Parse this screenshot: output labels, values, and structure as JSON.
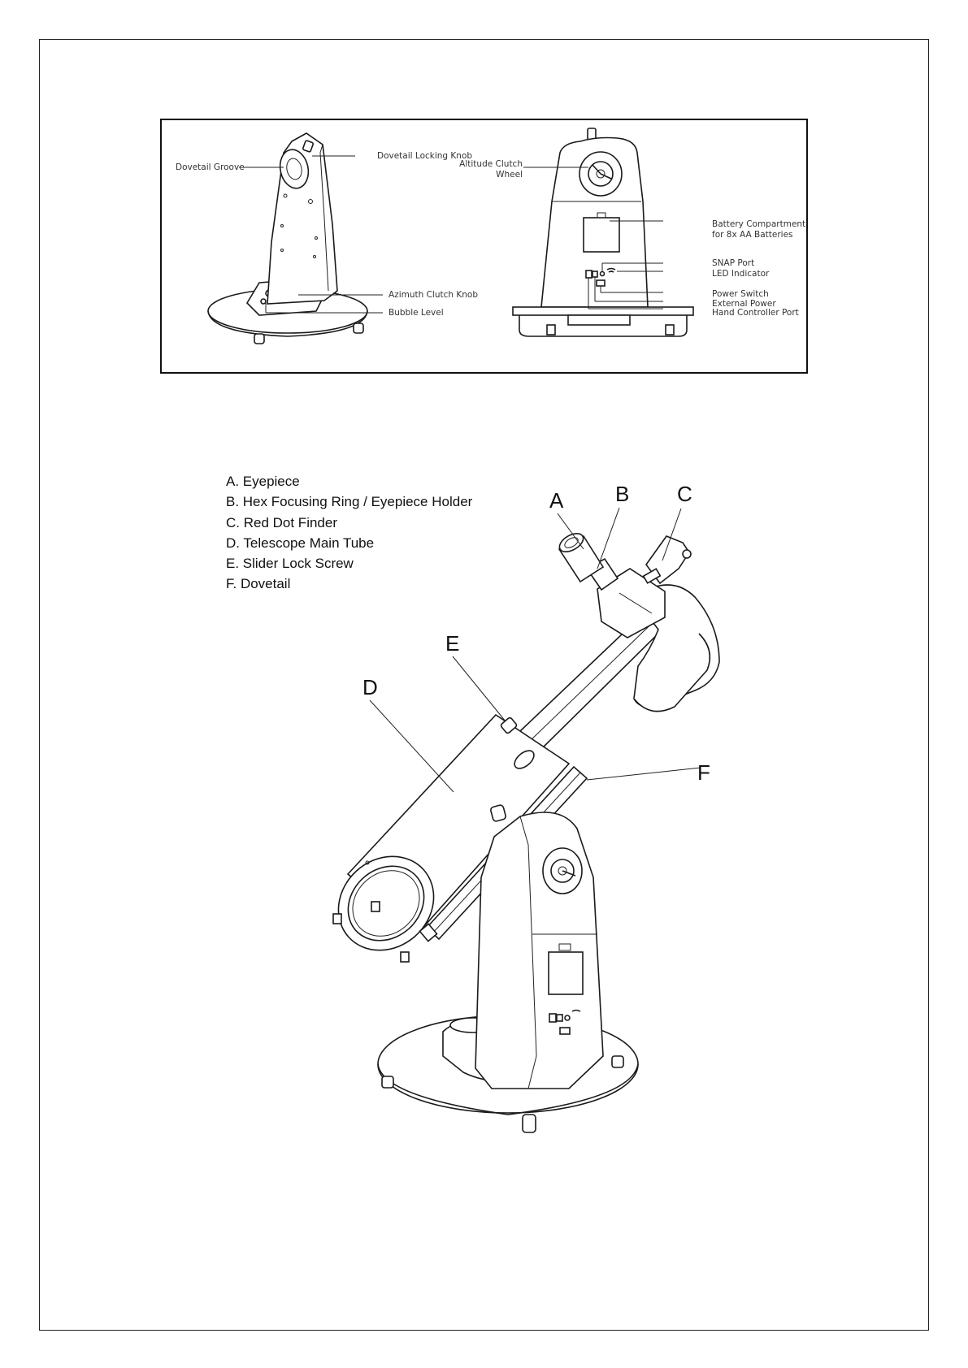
{
  "mount_panel": {
    "left_view_labels": {
      "dovetail_groove": "Dovetail Groove",
      "dovetail_locking_knob": "Dovetail Locking Knob",
      "azimuth_clutch_knob": "Azimuth Clutch Knob",
      "bubble_level": "Bubble Level"
    },
    "right_view_labels": {
      "altitude_clutch_wheel_line1": "Altitude Clutch",
      "altitude_clutch_wheel_line2": "Wheel",
      "battery_compartment_line1": "Battery Compartment",
      "battery_compartment_line2": "for 8x AA Batteries",
      "snap_port": "SNAP Port",
      "led_indicator": "LED Indicator",
      "power_switch": "Power Switch",
      "external_power": "External Power",
      "hand_controller_port": "Hand Controller Port"
    }
  },
  "legend": [
    "A. Eyepiece",
    "B. Hex Focusing Ring / Eyepiece Holder",
    "C. Red Dot Finder",
    "D. Telescope Main Tube",
    "E. Slider Lock Screw",
    "F. Dovetail"
  ],
  "callout_letters": {
    "a": "A",
    "b": "B",
    "c": "C",
    "d": "D",
    "e": "E",
    "f": "F"
  }
}
